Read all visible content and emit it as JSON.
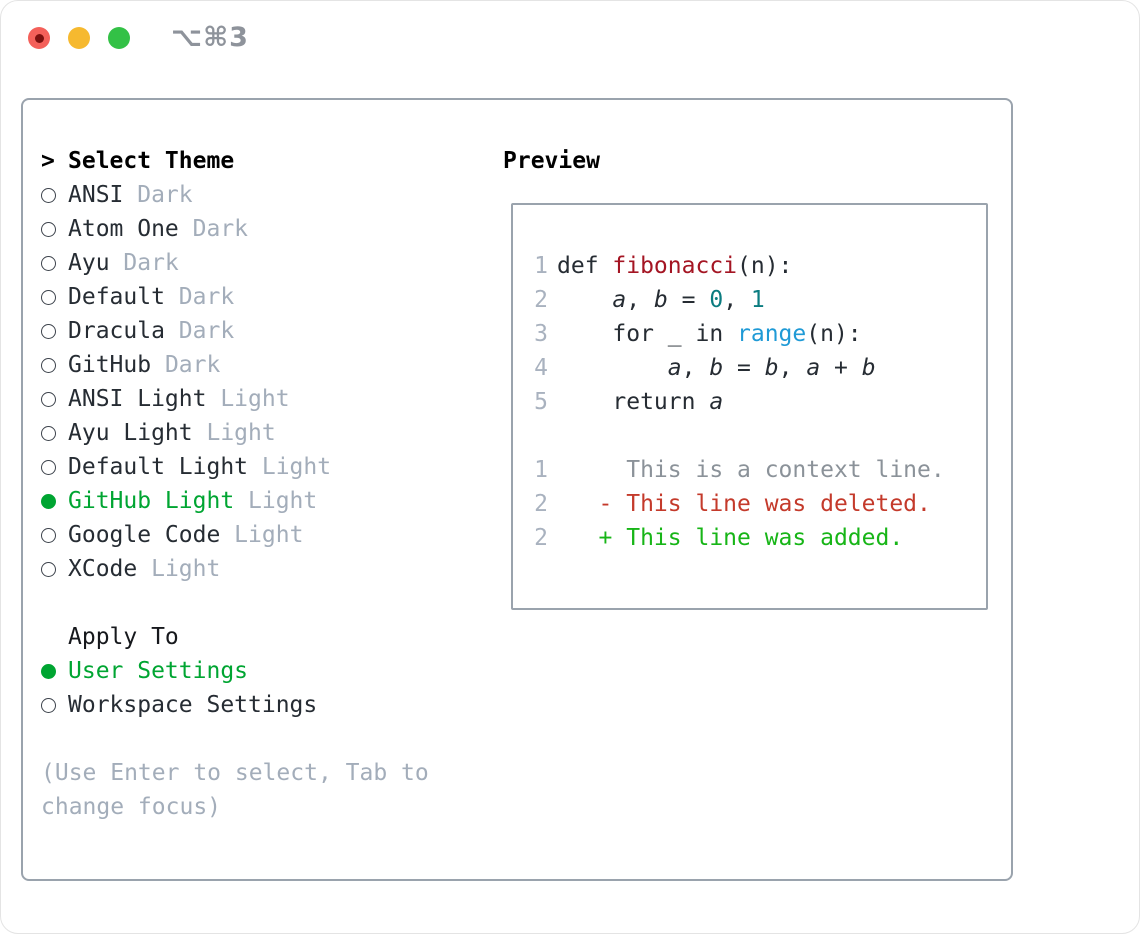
{
  "colors": {
    "accent_green": "#00a532",
    "added_green": "#17b517",
    "deleted_red": "#c43a2b",
    "function_red": "#a41523",
    "number_teal": "#0b7c80",
    "builtin_blue": "#1f9ad6",
    "text_dark": "#262c33",
    "muted_gray": "#a3adba",
    "context_gray": "#8b9299",
    "border_gray": "#9aa3ad",
    "linenum_gray": "#a9b2bf",
    "titlebar_gray": "#8e939b",
    "traffic_red": "#f4605a",
    "traffic_red_dot": "#7c100f",
    "traffic_yellow": "#f6b92f",
    "traffic_green": "#33c146"
  },
  "titlebar": {
    "shortcut_label": "⌥⌘3"
  },
  "theme_picker": {
    "cursor": ">",
    "header": "Select Theme",
    "themes": [
      {
        "name": "ANSI",
        "variant": "Dark",
        "selected": false
      },
      {
        "name": "Atom One",
        "variant": "Dark",
        "selected": false
      },
      {
        "name": "Ayu",
        "variant": "Dark",
        "selected": false
      },
      {
        "name": "Default",
        "variant": "Dark",
        "selected": false
      },
      {
        "name": "Dracula",
        "variant": "Dark",
        "selected": false
      },
      {
        "name": "GitHub",
        "variant": "Dark",
        "selected": false
      },
      {
        "name": "ANSI Light",
        "variant": "Light",
        "selected": false
      },
      {
        "name": "Ayu Light",
        "variant": "Light",
        "selected": false
      },
      {
        "name": "Default Light",
        "variant": "Light",
        "selected": false
      },
      {
        "name": "GitHub Light",
        "variant": "Light",
        "selected": true
      },
      {
        "name": "Google Code",
        "variant": "Light",
        "selected": false
      },
      {
        "name": "XCode",
        "variant": "Light",
        "selected": false
      }
    ],
    "apply_to": {
      "header": "Apply To",
      "options": [
        {
          "name": "User Settings",
          "selected": true
        },
        {
          "name": "Workspace Settings",
          "selected": false
        }
      ]
    },
    "hint": "(Use Enter to select, Tab to change focus)"
  },
  "preview": {
    "header": "Preview",
    "lines": [
      {
        "num": "1",
        "tokens": [
          {
            "text": "def ",
            "style": "plain"
          },
          {
            "text": "fibonacci",
            "style": "fn"
          },
          {
            "text": "(n):",
            "style": "plain"
          }
        ]
      },
      {
        "num": "2",
        "tokens": [
          {
            "text": "    ",
            "style": "plain"
          },
          {
            "text": "a",
            "style": "var"
          },
          {
            "text": ", ",
            "style": "plain"
          },
          {
            "text": "b",
            "style": "var"
          },
          {
            "text": " = ",
            "style": "plain"
          },
          {
            "text": "0",
            "style": "num"
          },
          {
            "text": ", ",
            "style": "plain"
          },
          {
            "text": "1",
            "style": "num"
          }
        ]
      },
      {
        "num": "3",
        "tokens": [
          {
            "text": "    for _ in ",
            "style": "plain"
          },
          {
            "text": "range",
            "style": "builtin"
          },
          {
            "text": "(n):",
            "style": "plain"
          }
        ]
      },
      {
        "num": "4",
        "tokens": [
          {
            "text": "        ",
            "style": "plain"
          },
          {
            "text": "a",
            "style": "var"
          },
          {
            "text": ", ",
            "style": "plain"
          },
          {
            "text": "b",
            "style": "var"
          },
          {
            "text": " = ",
            "style": "plain"
          },
          {
            "text": "b",
            "style": "var"
          },
          {
            "text": ", ",
            "style": "plain"
          },
          {
            "text": "a",
            "style": "var"
          },
          {
            "text": " + ",
            "style": "plain"
          },
          {
            "text": "b",
            "style": "var"
          }
        ]
      },
      {
        "num": "5",
        "tokens": [
          {
            "text": "    return ",
            "style": "plain"
          },
          {
            "text": "a",
            "style": "var"
          }
        ]
      },
      {
        "num": "",
        "tokens": []
      },
      {
        "num": "1",
        "tokens": [
          {
            "text": "     This is a context line.",
            "style": "ctx"
          }
        ]
      },
      {
        "num": "2",
        "tokens": [
          {
            "text": "   - This line was deleted.",
            "style": "del"
          }
        ]
      },
      {
        "num": "2",
        "tokens": [
          {
            "text": "   + This line was added.",
            "style": "add"
          }
        ]
      }
    ]
  }
}
